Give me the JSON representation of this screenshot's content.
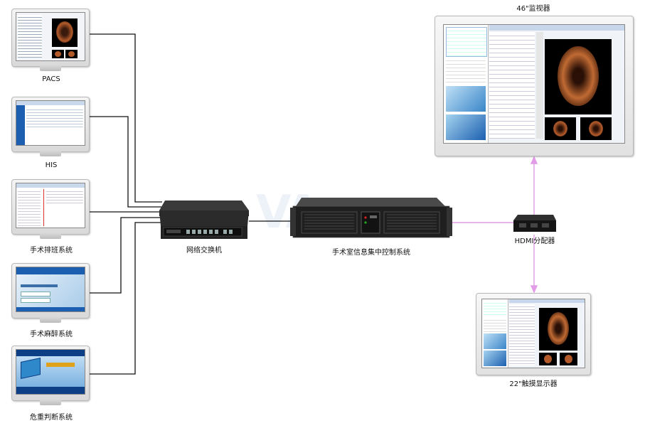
{
  "labels": {
    "pacs": "PACS",
    "his": "HIS",
    "surgery_schedule": "手术排班系统",
    "anesthesia": "手术麻醉系统",
    "critical": "危重判断系统",
    "network_switch": "网络交换机",
    "control_system": "手术室信息集中控制系统",
    "hdmi_splitter": "HDMI分配器",
    "monitor_46": "46\"监视器",
    "touch_22": "22\"触摸显示器"
  },
  "colors": {
    "wire": "#111111",
    "hdmi_wire": "#e29be6",
    "screen_blue": "#1c5fb0",
    "endoscope": "#b25a2a"
  }
}
